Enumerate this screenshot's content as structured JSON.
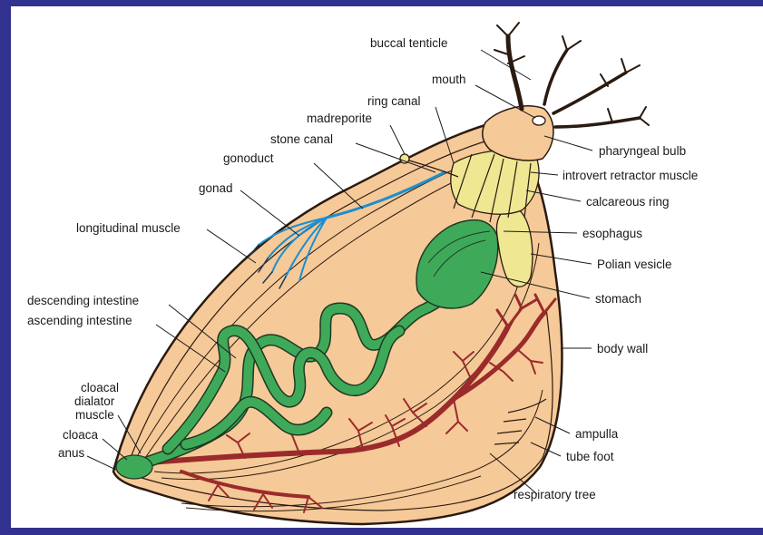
{
  "diagram": {
    "colors": {
      "background_border": "#31318f",
      "body": "#f6c998",
      "body_outline": "#2a1a10",
      "gut": "#3fa95a",
      "polian_and_ring": "#efe791",
      "gonad": "#1b8fd0",
      "respiratory_tree": "#9b2b2b",
      "tentacles": "#f6c998"
    },
    "labels": {
      "buccal_tenticle": "buccal tenticle",
      "mouth": "mouth",
      "ring_canal": "ring canal",
      "madreporite": "madreporite",
      "stone_canal": "stone canal",
      "gonoduct": "gonoduct",
      "gonad": "gonad",
      "longitudinal_muscle": "longitudinal muscle",
      "descending_intestine": "descending intestine",
      "ascending_intestine": "ascending intestine",
      "cloacal_line1": "cloacal",
      "cloacal_line2": "dialator",
      "cloacal_line3": "muscle",
      "cloaca": "cloaca",
      "anus": "anus",
      "pharyngeal_bulb": "pharyngeal bulb",
      "introvert_retractor_muscle": "introvert retractor muscle",
      "calcareous_ring": "calcareous ring",
      "esophagus": "esophagus",
      "polian_vesicle": "Polian vesicle",
      "stomach": "stomach",
      "body_wall": "body wall",
      "ampulla": "ampulla",
      "tube_foot": "tube foot",
      "respiratory_tree": "respiratory tree"
    }
  }
}
